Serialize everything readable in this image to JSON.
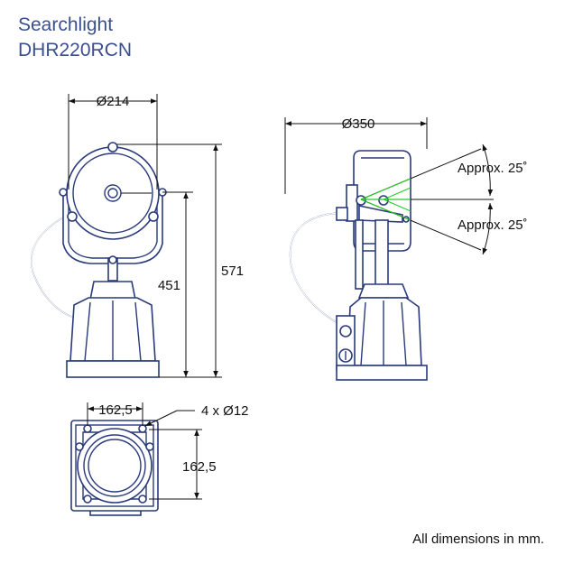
{
  "title": "Searchlight",
  "model": "DHR220RCN",
  "dimensions": {
    "front_diameter": "Ø214",
    "front_height_total": "571",
    "front_height_body": "451",
    "side_diameter": "Ø350",
    "angle_up": "Approx. 25˚",
    "angle_down": "Approx. 25˚",
    "base_width": "162,5",
    "base_depth": "162,5",
    "holes": "4 x Ø12"
  },
  "note": "All dimensions in mm.",
  "colors": {
    "outline": "#2a3a7a",
    "beam": "#22cc22",
    "title": "#3b4f8f"
  }
}
